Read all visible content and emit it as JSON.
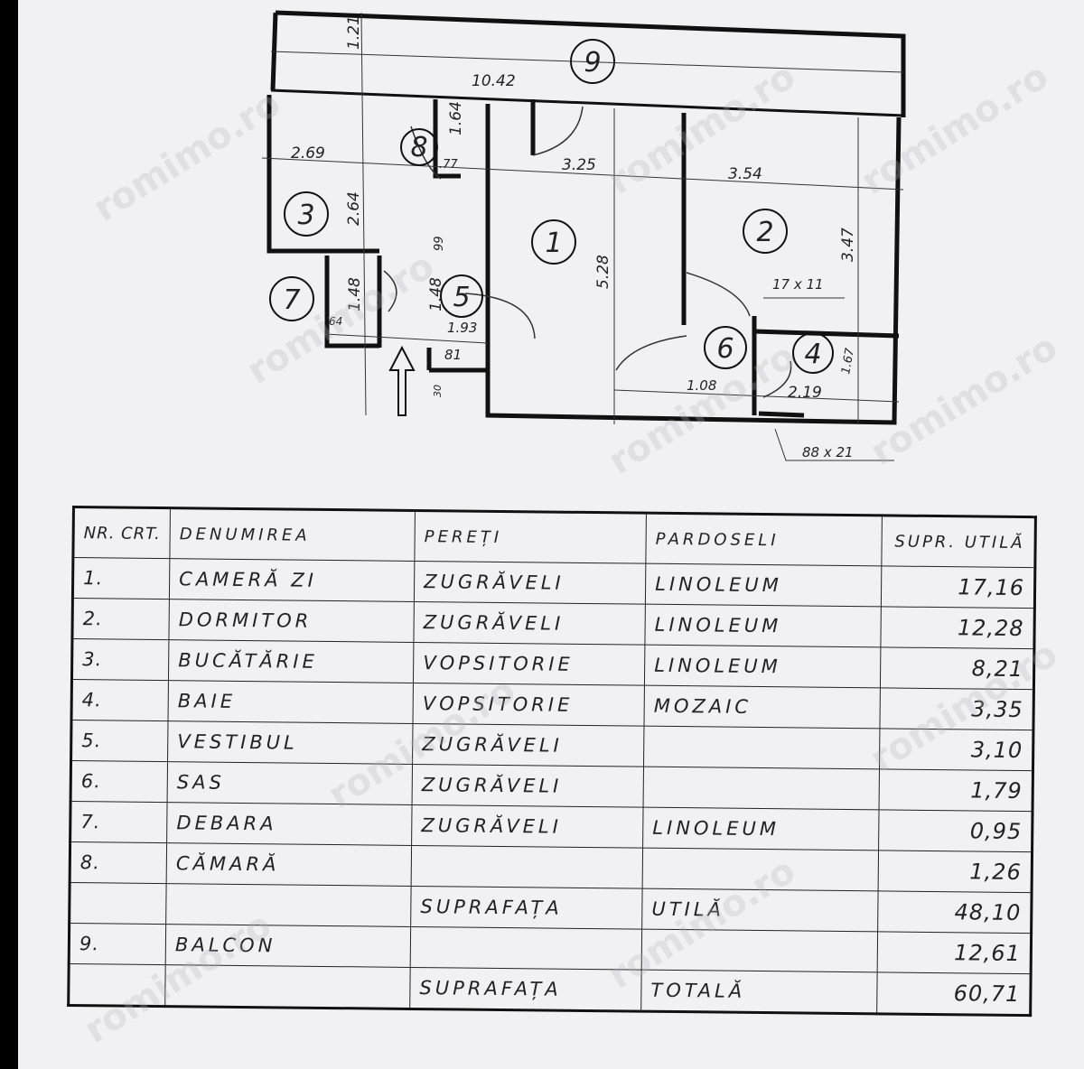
{
  "watermark": "romimo.ro",
  "plan": {
    "rooms": [
      "1",
      "2",
      "3",
      "4",
      "5",
      "6",
      "7",
      "8",
      "9"
    ],
    "dimensions": {
      "balcony_depth": "1.21",
      "total_width": "10.42",
      "kitchen_width": "2.69",
      "kitchen_depth": "2.64",
      "pantry_depth": "1.64",
      "pantry_width": ".77",
      "living_width": "3.25",
      "bedroom_width": "3.54",
      "bedroom_depth": "3.47",
      "living_depth": "5.28",
      "hall_a": "99",
      "hall_b": "1.48",
      "storage_depth": "1.48",
      "storage_width": "64",
      "hall_width": "1.93",
      "hall_c": "81",
      "hall_d": "30",
      "sas_width": "1.08",
      "bath_width": "2.19",
      "bath_depth": "1.67",
      "vent_small": "17 x 11",
      "vent_large": "88 x 21"
    }
  },
  "table": {
    "headers": [
      "NR. CRT.",
      "DENUMIREA",
      "PEREȚI",
      "PARDOSELI",
      "SUPR. UTILĂ"
    ],
    "rows": [
      [
        "1.",
        "CAMERĂ ZI",
        "ZUGRĂVELI",
        "LINOLEUM",
        "17,16"
      ],
      [
        "2.",
        "DORMITOR",
        "ZUGRĂVELI",
        "LINOLEUM",
        "12,28"
      ],
      [
        "3.",
        "BUCĂTĂRIE",
        "VOPSITORIE",
        "LINOLEUM",
        "8,21"
      ],
      [
        "4.",
        "BAIE",
        "VOPSITORIE",
        "MOZAIC",
        "3,35"
      ],
      [
        "5.",
        "VESTIBUL",
        "ZUGRĂVELI",
        "",
        "3,10"
      ],
      [
        "6.",
        "SAS",
        "ZUGRĂVELI",
        "",
        "1,79"
      ],
      [
        "7.",
        "DEBARA",
        "ZUGRĂVELI",
        "LINOLEUM",
        "0,95"
      ],
      [
        "8.",
        "CĂMARĂ",
        "",
        "",
        "1,26"
      ],
      [
        "",
        "",
        "SUPRAFAȚA",
        "UTILĂ",
        "48,10"
      ],
      [
        "9.",
        "BALCON",
        "",
        "",
        "12,61"
      ],
      [
        "",
        "",
        "SUPRAFAȚA",
        "TOTALĂ",
        "60,71"
      ]
    ]
  }
}
